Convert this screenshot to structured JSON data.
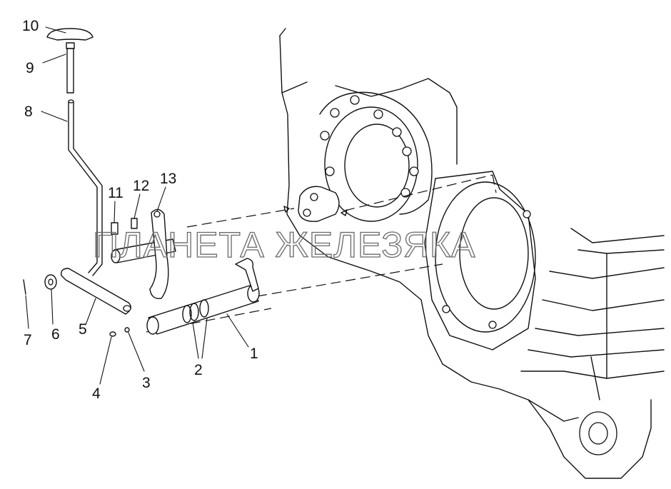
{
  "watermark": "ПЛАНЕТА ЖЕЛЕЗЯКА",
  "callouts": {
    "c1": "1",
    "c2": "2",
    "c3": "3",
    "c4": "4",
    "c5": "5",
    "c6": "6",
    "c7": "7",
    "c8": "8",
    "c9": "9",
    "c10": "10",
    "c11": "11",
    "c12": "12",
    "c13": "13"
  },
  "colors": {
    "line": "#111111",
    "background": "#ffffff",
    "watermark": "#6a6a6a"
  }
}
